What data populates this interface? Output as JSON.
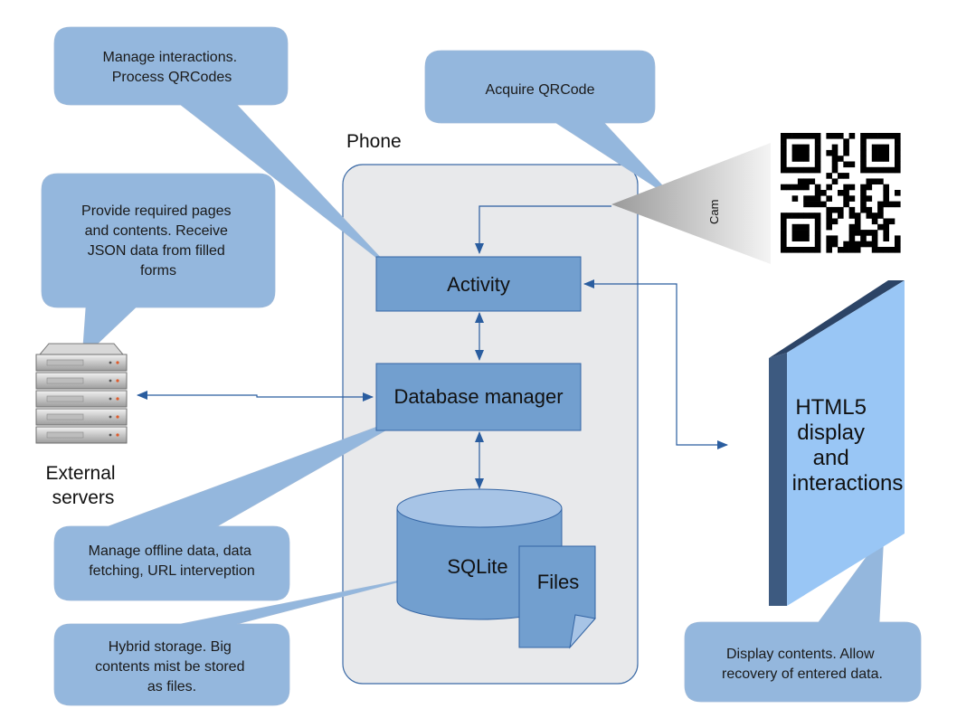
{
  "phone": {
    "label": "Phone"
  },
  "components": {
    "activity": "Activity",
    "database_manager": "Database manager",
    "sqlite": "SQLite",
    "files": "Files",
    "html5": [
      "HTML5",
      "display",
      "and",
      "interactions"
    ],
    "external_servers": [
      "External",
      "servers"
    ],
    "cam": "Cam"
  },
  "callouts": {
    "interactions": [
      "Manage interactions.",
      "Process QRCodes"
    ],
    "qrcode": [
      "Acquire QRCode"
    ],
    "servers": [
      "Provide required pages",
      "and contents. Receive",
      "JSON data from filled",
      "forms"
    ],
    "offline": [
      "Manage offline data, data",
      "fetching, URL interveption"
    ],
    "storage": [
      "Hybrid storage. Big",
      "contents mist be stored",
      "as files."
    ],
    "display": [
      "Display contents. Allow",
      "recovery of entered data."
    ]
  },
  "colors": {
    "phone_fill": "#e8e9eb",
    "phone_border": "#3b6aa6",
    "box_fill": "#729fcf",
    "box_border": "#3465a4",
    "bubble_fill": "#94b7dd",
    "arrow": "#2a5d9f",
    "html5_face": "#99c6f5",
    "html5_side": "#3d5a80",
    "cylinder_top": "#a7c4e6"
  }
}
